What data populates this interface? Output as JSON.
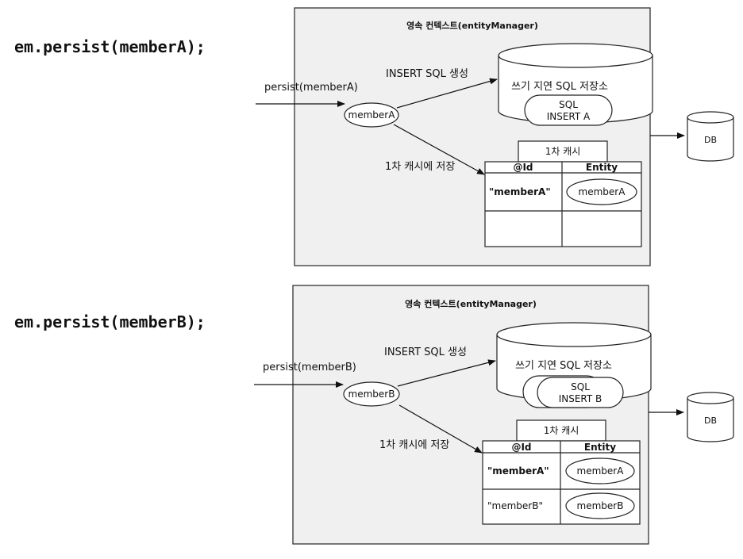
{
  "diagrams": [
    {
      "code": "em.persist(memberA);",
      "context_title": "영속 컨텍스트(entityManager)",
      "persist_label": "persist(memberA)",
      "entity_label": "memberA",
      "insert_sql_label": "INSERT SQL 생성",
      "store_label": "쓰기 지연 SQL 저장소",
      "sql_items": [
        {
          "line1": "SQL",
          "line2": "INSERT A"
        }
      ],
      "cache_save_label": "1차 캐시에 저장",
      "cache_title": "1차 캐시",
      "cache_headers": [
        "@Id",
        "Entity"
      ],
      "cache_rows": [
        {
          "id": "\"memberA\"",
          "entity": "memberA"
        }
      ],
      "db_label": "DB"
    },
    {
      "code": "em.persist(memberB);",
      "context_title": "영속 컨텍스트(entityManager)",
      "persist_label": "persist(memberB)",
      "entity_label": "memberB",
      "insert_sql_label": "INSERT SQL 생성",
      "store_label": "쓰기 지연 SQL 저장소",
      "sql_items": [
        {
          "line1": "",
          "line2": ""
        },
        {
          "line1": "SQL",
          "line2": "INSERT B"
        }
      ],
      "cache_save_label": "1차 캐시에 저장",
      "cache_title": "1차 캐시",
      "cache_headers": [
        "@Id",
        "Entity"
      ],
      "cache_rows": [
        {
          "id": "\"memberA\"",
          "entity": "memberA"
        },
        {
          "id": "\"memberB\"",
          "entity": "memberB"
        }
      ],
      "db_label": "DB"
    }
  ]
}
